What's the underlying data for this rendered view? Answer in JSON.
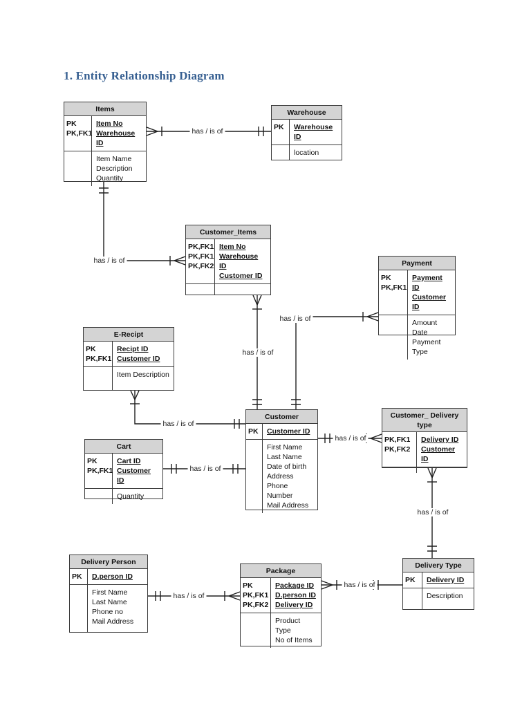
{
  "page": {
    "title": "1. Entity Relationship Diagram"
  },
  "colors": {
    "title_text": "#365f91",
    "entity_header_fill": "#d4d4d4",
    "entity_border": "#3a3a3a",
    "line": "#1f1f1f",
    "background": "#ffffff"
  },
  "entities": {
    "items": {
      "title": "Items",
      "keys": [
        {
          "k": "PK",
          "v": "Item No"
        },
        {
          "k": "PK,FK1",
          "v": "Warehouse ID"
        }
      ],
      "attrs": [
        "Item Name",
        "Description",
        "Quantity"
      ]
    },
    "warehouse": {
      "title": "Warehouse",
      "keys": [
        {
          "k": "PK",
          "v": "Warehouse ID"
        }
      ],
      "attrs": [
        "location"
      ]
    },
    "customer_items": {
      "title": "Customer_Items",
      "keys": [
        {
          "k": "PK,FK1",
          "v": "Item No"
        },
        {
          "k": "PK,FK1",
          "v": "Warehouse ID"
        },
        {
          "k": "PK,FK2",
          "v": "Customer ID"
        }
      ],
      "attrs": []
    },
    "payment": {
      "title": "Payment",
      "keys": [
        {
          "k": "PK",
          "v": "Payment ID"
        },
        {
          "k": "PK,FK1",
          "v": "Customer ID"
        }
      ],
      "attrs": [
        "Amount",
        "Date",
        "Payment Type"
      ]
    },
    "e_recipt": {
      "title": "E-Recipt",
      "keys": [
        {
          "k": "PK",
          "v": "Recipt ID"
        },
        {
          "k": "PK,FK1",
          "v": "Customer ID"
        }
      ],
      "attrs": [
        "Item Description"
      ]
    },
    "customer": {
      "title": "Customer",
      "keys": [
        {
          "k": "PK",
          "v": "Customer ID"
        }
      ],
      "attrs": [
        "First Name",
        "Last Name",
        "Date of birth",
        "Address",
        "Phone Number",
        "Mail Address"
      ]
    },
    "customer_delivery": {
      "title": "Customer_ Delivery type",
      "keys": [
        {
          "k": "PK,FK1",
          "v": "Delivery ID"
        },
        {
          "k": "PK,FK2",
          "v": "Customer ID"
        }
      ],
      "attrs": []
    },
    "cart": {
      "title": "Cart",
      "keys": [
        {
          "k": "PK",
          "v": "Cart ID"
        },
        {
          "k": "PK,FK1",
          "v": "Customer ID"
        }
      ],
      "attrs": [
        "Quantity"
      ]
    },
    "delivery_person": {
      "title": "Delivery Person",
      "keys": [
        {
          "k": "PK",
          "v": "D.person ID"
        }
      ],
      "attrs": [
        "First Name",
        "Last Name",
        "Phone no",
        "Mail Address"
      ]
    },
    "package": {
      "title": "Package",
      "keys": [
        {
          "k": "PK",
          "v": "Package ID"
        },
        {
          "k": "PK,FK1",
          "v": "D.person ID"
        },
        {
          "k": "PK,FK2",
          "v": "Delivery ID"
        }
      ],
      "attrs": [
        "Product Type",
        "No of Items"
      ]
    },
    "delivery_type": {
      "title": "Delivery Type",
      "keys": [
        {
          "k": "PK",
          "v": "Delivery ID"
        }
      ],
      "attrs": [
        "Description"
      ]
    }
  },
  "edges": [
    {
      "id": "items-warehouse",
      "label": "has / is of",
      "from": "Items",
      "to": "Warehouse",
      "from_card": "many",
      "to_card": "one-and-only-one"
    },
    {
      "id": "items-customer_items",
      "label": "has / is of",
      "from": "Items",
      "to": "Customer_Items",
      "from_card": "one-and-only-one",
      "to_card": "many"
    },
    {
      "id": "customer_items-customer",
      "label": "has / is of",
      "from": "Customer_Items",
      "to": "Customer",
      "from_card": "many",
      "to_card": "one-and-only-one"
    },
    {
      "id": "payment-customer",
      "label": "has / is of",
      "from": "Payment",
      "to": "Customer",
      "from_card": "many",
      "to_card": "one-and-only-one"
    },
    {
      "id": "e_recipt-customer",
      "label": "has / is of",
      "from": "E-Recipt",
      "to": "Customer",
      "from_card": "many",
      "to_card": "one-and-only-one"
    },
    {
      "id": "cart-customer",
      "label": "has / is of",
      "from": "Cart",
      "to": "Customer",
      "from_card": "one-and-only-one",
      "to_card": "one-and-only-one"
    },
    {
      "id": "customer-customer_delivery",
      "label": "has / is of",
      "from": "Customer",
      "to": "Customer_ Delivery type",
      "from_card": "one-and-only-one",
      "to_card": "many"
    },
    {
      "id": "customer_delivery-delivery_type",
      "label": "has / is of",
      "from": "Customer_ Delivery type",
      "to": "Delivery Type",
      "from_card": "many",
      "to_card": "one-and-only-one"
    },
    {
      "id": "delivery_person-package",
      "label": "has / is of",
      "from": "Delivery Person",
      "to": "Package",
      "from_card": "one-and-only-one",
      "to_card": "many"
    },
    {
      "id": "package-delivery_type",
      "label": "has / is of",
      "from": "Package",
      "to": "Delivery Type",
      "from_card": "many",
      "to_card": "one-and-only-one"
    }
  ]
}
